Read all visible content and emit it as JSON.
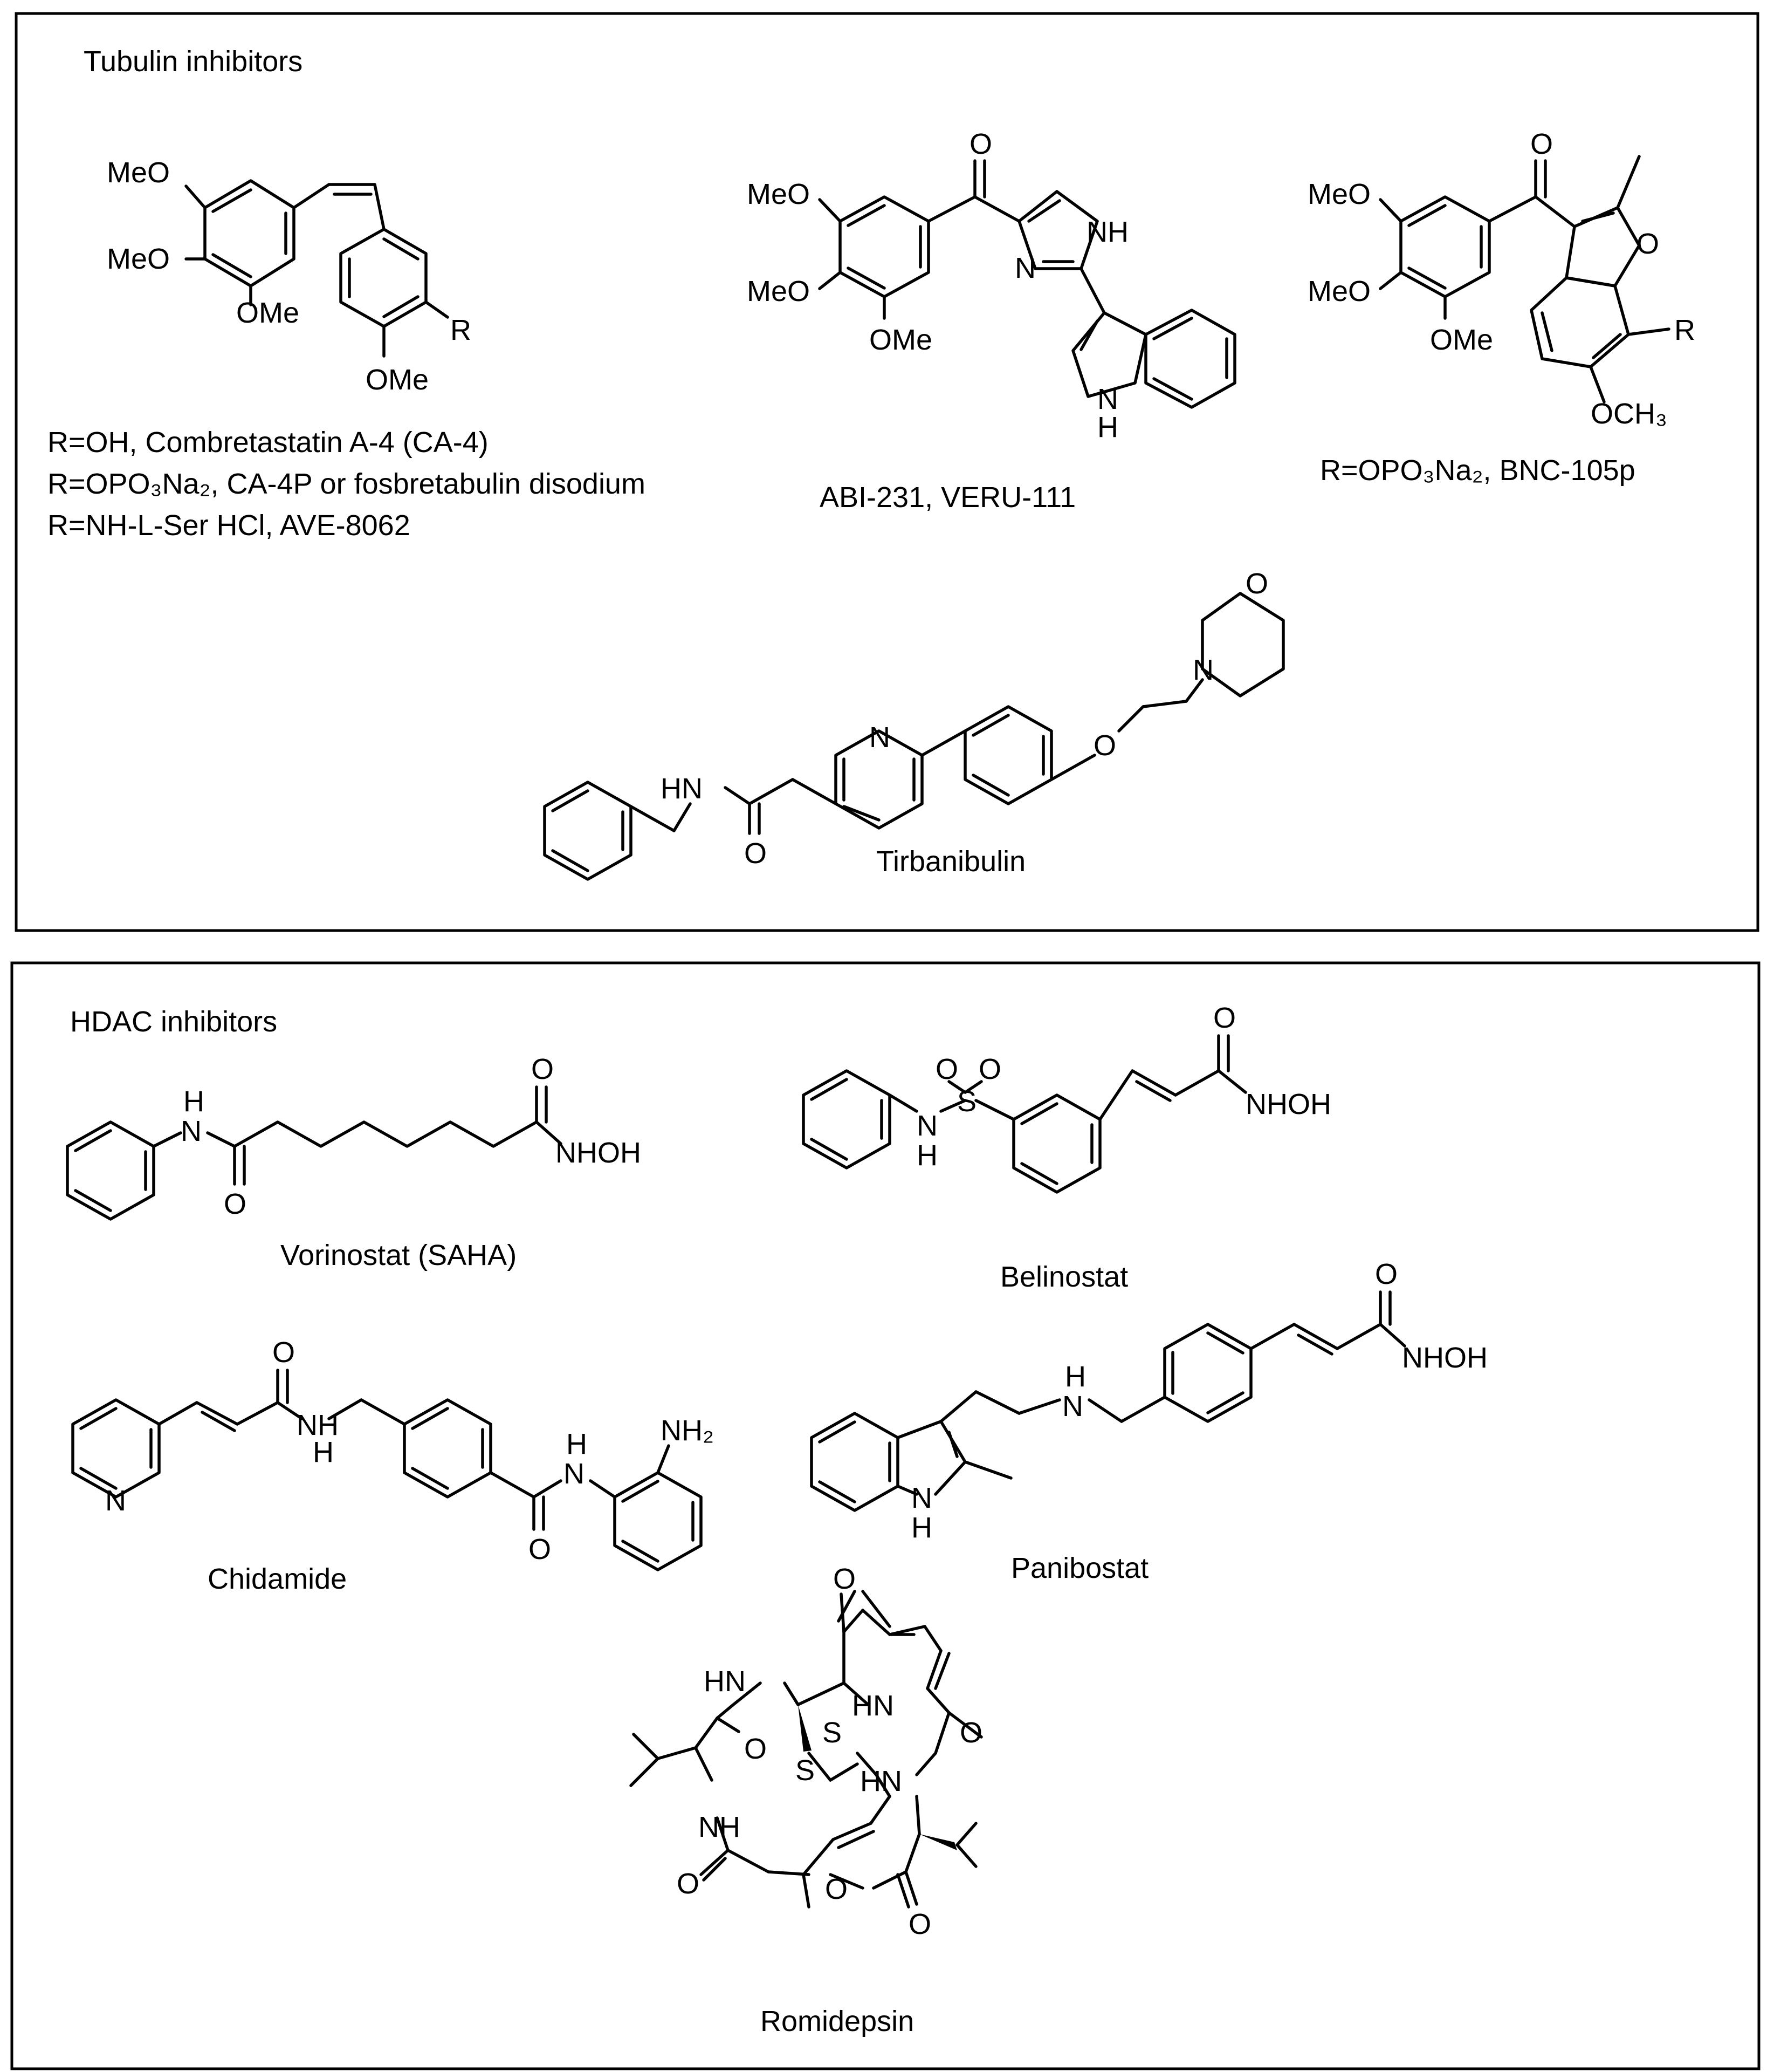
{
  "panels": {
    "tubulin": {
      "title": "Tubulin inhibitors"
    },
    "hdac": {
      "title": "HDAC inhibitors"
    }
  },
  "compounds": {
    "combretastatin": {
      "lines": [
        "R=OH, Combretastatin A-4 (CA-4)",
        "R=OPO₃Na₂, CA-4P or fosbretabulin disodium",
        "R=NH-L-Ser HCl, AVE-8062"
      ]
    },
    "abi231": {
      "caption": "ABI-231, VERU-111"
    },
    "bnc105p": {
      "caption": "R=OPO₃Na₂, BNC-105p"
    },
    "tirbanibulin": {
      "caption": "Tirbanibulin"
    },
    "vorinostat": {
      "caption": "Vorinostat (SAHA)"
    },
    "belinostat": {
      "caption": "Belinostat"
    },
    "chidamide": {
      "caption": "Chidamide"
    },
    "panibostat": {
      "caption": "Panibostat"
    },
    "romidepsin": {
      "caption": "Romidepsin"
    }
  },
  "atom_labels": {
    "meo": "MeO",
    "ome": "OMe",
    "r": "R",
    "o": "O",
    "n": "N",
    "nh": "NH",
    "hn": "HN",
    "h": "H",
    "s": "S",
    "och3": "OCH₃",
    "nhoh": "NHOH",
    "nh2": "NH₂"
  }
}
